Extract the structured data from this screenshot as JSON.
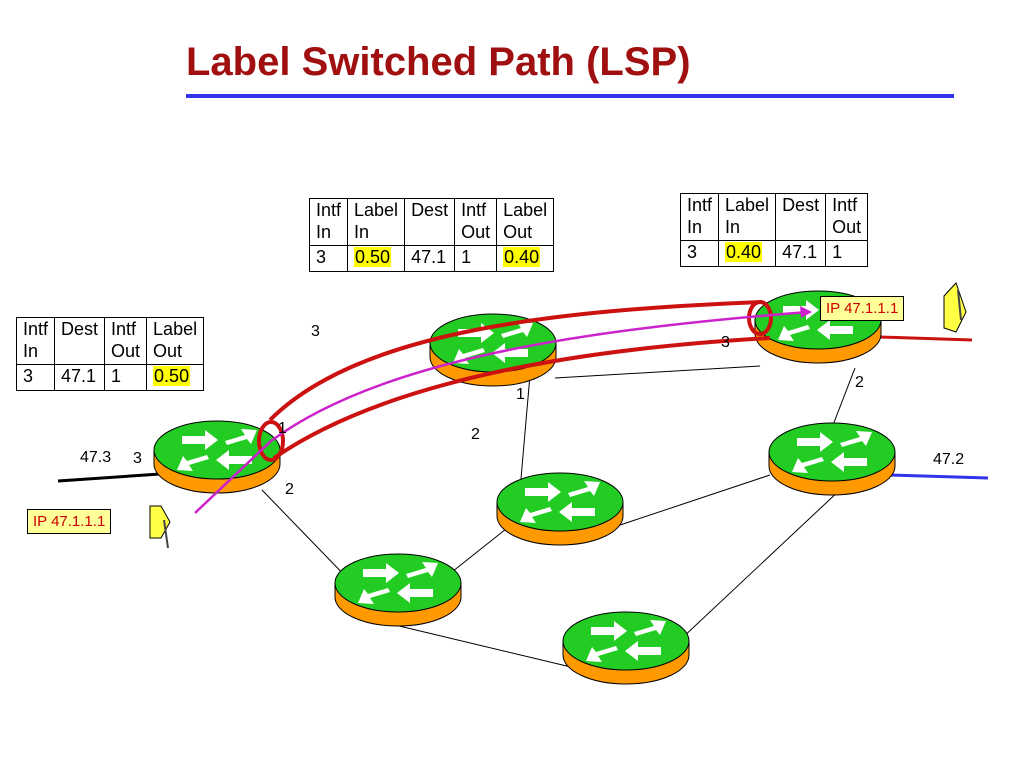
{
  "title": "Label Switched Path (LSP)",
  "colors": {
    "title": "#a01010",
    "rule": "#3333ee",
    "lsp_tunnel": "#cc1111",
    "packet_path": "#cc22cc",
    "router_top": "#22cc22",
    "router_body": "#ff9900",
    "highlight": "#ffff00",
    "link_47_2": "#3333ee"
  },
  "tables": {
    "ingress": {
      "headers": [
        [
          "Intf",
          "In"
        ],
        [
          "Dest"
        ],
        [
          "Intf",
          "Out"
        ],
        [
          "Label",
          "Out"
        ]
      ],
      "row": [
        "3",
        "47.1",
        "1",
        "0.50"
      ],
      "highlight_cols": [
        3
      ]
    },
    "middle": {
      "headers": [
        [
          "Intf",
          "In"
        ],
        [
          "Label",
          "In"
        ],
        [
          "Dest"
        ],
        [
          "Intf",
          "Out"
        ],
        [
          "Label",
          "Out"
        ]
      ],
      "row": [
        "3",
        "0.50",
        "47.1",
        "1",
        "0.40"
      ],
      "highlight_cols": [
        1,
        4
      ]
    },
    "egress": {
      "headers": [
        [
          "Intf",
          "In"
        ],
        [
          "Label",
          "In"
        ],
        [
          "Dest"
        ],
        [
          "Intf",
          "Out"
        ]
      ],
      "row": [
        "3",
        "0.40",
        "47.1",
        "1"
      ],
      "highlight_cols": [
        1
      ]
    }
  },
  "ports": {
    "a": "3",
    "b": "3",
    "c": "1",
    "d": "2",
    "e": "47.3",
    "f": "3",
    "g": "2",
    "h": "2",
    "i": "47.2",
    "j": "1"
  },
  "packets": {
    "ingress_label": "IP 47.1.1.1",
    "egress_label": "IP 47.1.1.1"
  },
  "icons": {
    "router": "router-icon",
    "packet": "packet-arrow-icon"
  }
}
